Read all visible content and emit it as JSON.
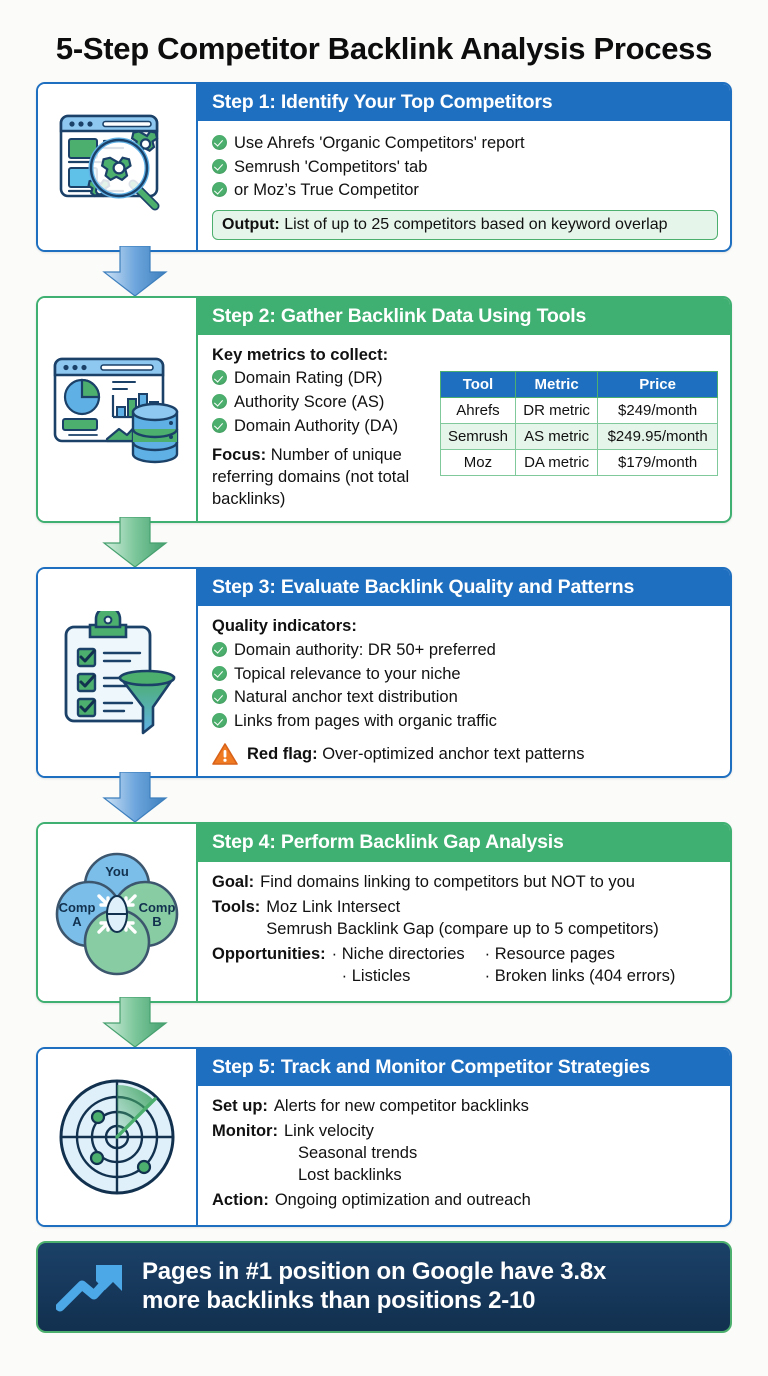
{
  "title": "5-Step Competitor Backlink Analysis Process",
  "steps": [
    {
      "id": "step-1",
      "accent": "#1f6fc0",
      "header": "Step 1: Identify Your Top Competitors",
      "icon_name": "website-magnifier-gears-icon",
      "bullets": [
        "Use Ahrefs 'Organic Competitors' report",
        "Semrush 'Competitors' tab",
        "or Moz’s True Competitor"
      ],
      "output_label": "Output:",
      "output_text": "List of up to 25 competitors based on keyword overlap"
    },
    {
      "id": "step-2",
      "accent": "#3fb071",
      "header": "Step 2: Gather Backlink Data Using Tools",
      "icon_name": "dashboard-charts-database-icon",
      "metrics_label": "Key metrics to collect:",
      "bullets": [
        "Domain Rating (DR)",
        "Authority Score (AS)",
        "Domain Authority (DA)"
      ],
      "focus_label": "Focus:",
      "focus_text": "Number of unique referring domains (not total backlinks)",
      "table": {
        "columns": [
          "Tool",
          "Metric",
          "Price"
        ],
        "rows": [
          [
            "Ahrefs",
            "DR metric",
            "$249/month"
          ],
          [
            "Semrush",
            "AS metric",
            "$249.95/month"
          ],
          [
            "Moz",
            "DA metric",
            "$179/month"
          ]
        ]
      }
    },
    {
      "id": "step-3",
      "accent": "#1f6fc0",
      "header": "Step 3: Evaluate Backlink Quality and Patterns",
      "icon_name": "clipboard-checklist-funnel-icon",
      "quality_label": "Quality indicators:",
      "bullets": [
        "Domain authority: DR 50+ preferred",
        "Topical relevance to your niche",
        "Natural anchor text distribution",
        "Links from pages with organic traffic"
      ],
      "flag_label": "Red flag:",
      "flag_text": "Over-optimized anchor text patterns"
    },
    {
      "id": "step-4",
      "accent": "#3fb071",
      "header": "Step 4: Perform Backlink Gap Analysis",
      "icon_name": "venn-diagram-icon",
      "venn": {
        "you": "You",
        "comp_a_line1": "Comp",
        "comp_a_line2": "A",
        "comp_b_line1": "Comp",
        "comp_b_line2": "B"
      },
      "goal_label": "Goal:",
      "goal_text": "Find domains linking to competitors but NOT to you",
      "tools_label": "Tools:",
      "tools_line1": "Moz Link Intersect",
      "tools_line2": "Semrush Backlink Gap (compare up to 5 competitors)",
      "opp_label": "Opportunities:",
      "opp_col1": [
        "· Niche directories",
        "· Listicles"
      ],
      "opp_col2": [
        "· Resource pages",
        "· Broken links (404 errors)"
      ]
    },
    {
      "id": "step-5",
      "accent": "#1f6fc0",
      "header": "Step 5: Track and Monitor Competitor Strategies",
      "icon_name": "radar-scope-icon",
      "setup_label": "Set up:",
      "setup_text": "Alerts for new competitor backlinks",
      "monitor_label": "Monitor:",
      "monitor_items": [
        "Link velocity",
        "Seasonal trends",
        "Lost backlinks"
      ],
      "action_label": "Action:",
      "action_text": "Ongoing optimization and outreach"
    }
  ],
  "arrows": [
    {
      "name": "arrow-step1-to-step2",
      "color": "#5b9bd5"
    },
    {
      "name": "arrow-step2-to-step3",
      "color": "#6ec08d"
    },
    {
      "name": "arrow-step3-to-step4",
      "color": "#5b9bd5"
    },
    {
      "name": "arrow-step4-to-step5",
      "color": "#6ec08d"
    }
  ],
  "banner": {
    "icon_name": "trending-up-arrow-icon",
    "line1": "Pages in #1 position on Google have 3.8x",
    "line2": "more backlinks than positions 2-10",
    "bg": "#16395c",
    "border": "#4caf6d"
  }
}
